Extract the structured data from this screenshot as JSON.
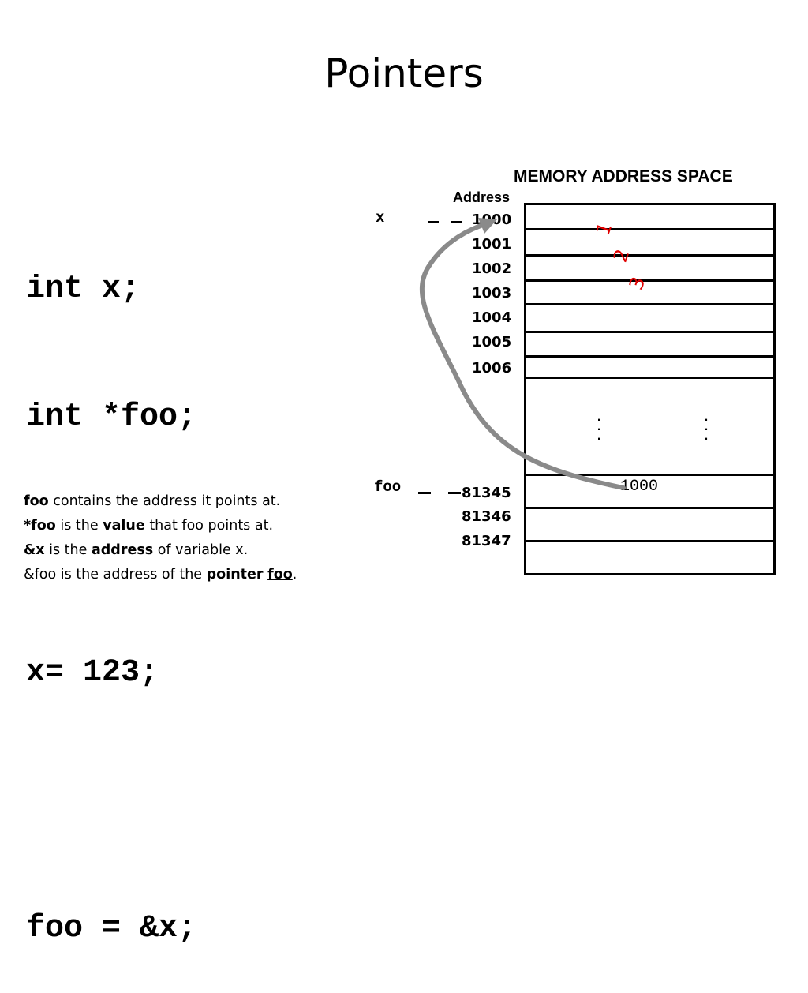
{
  "slide": {
    "title": "Pointers",
    "code_lines": [
      "int x;",
      "int *foo;",
      "",
      "x= 123;",
      "",
      "foo = &x;"
    ]
  },
  "notes": [
    {
      "bold": "foo",
      "rest": " contains the address it points at."
    },
    {
      "bold": "*foo",
      "mid": " is the ",
      "bold2": "value",
      "rest": " that foo points at."
    },
    {
      "bold": "&x",
      "mid": " is the ",
      "bold2": "address",
      "rest": " of variable x."
    },
    {
      "plain": "&foo is the address of the ",
      "bold2": "pointer",
      "space": " ",
      "underlined": "foo",
      "rest": "."
    }
  ],
  "memory": {
    "title": "MEMORY ADDRESS SPACE",
    "address_header": "Address",
    "addresses_top": [
      "1000",
      "1001",
      "1002",
      "1003",
      "1004",
      "1005",
      "1006"
    ],
    "addresses_bottom": [
      "81345",
      "81346",
      "81347"
    ],
    "var_x": "x",
    "var_foo": "foo",
    "foo_cell_value": "1000",
    "red_digits": [
      "1",
      "2",
      "3"
    ],
    "colors": {
      "arrow": "#8a8a8a",
      "digits": "#e00000",
      "lines": "#000000"
    }
  }
}
